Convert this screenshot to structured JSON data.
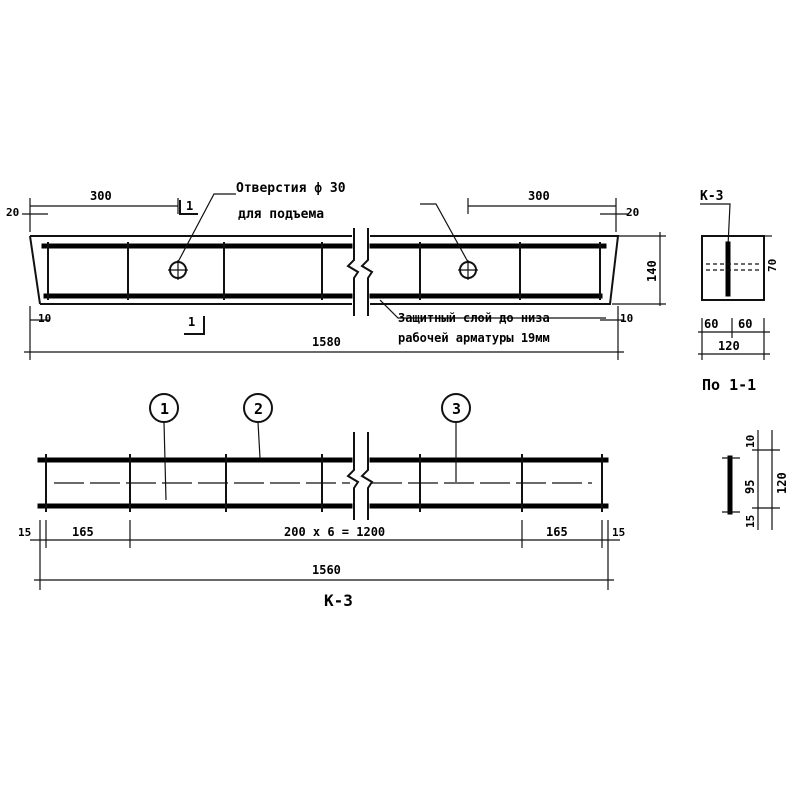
{
  "drawing": {
    "holes_note_line1": "Отверстия ф 30",
    "holes_note_line2": "для подъема",
    "cover_note_line1": "Защитный слой до низа",
    "cover_note_line2": "рабочей арматуры 19мм",
    "elevation": {
      "dim_300_left": "300",
      "dim_300_right": "300",
      "dim_20_left": "20",
      "dim_20_right": "20",
      "dim_10_left": "10",
      "dim_10_right": "10",
      "dim_1580": "1580",
      "dim_140": "140",
      "section_mark_top": "1",
      "section_mark_bottom": "1"
    },
    "section": {
      "mark": "К-3",
      "dim_70": "70",
      "dim_60_left": "60",
      "dim_60_right": "60",
      "dim_120": "120",
      "title": "По 1-1"
    },
    "cage": {
      "pos_1": "1",
      "pos_2": "2",
      "pos_3": "3",
      "dim_15_left": "15",
      "dim_15_right": "15",
      "dim_165_left": "165",
      "dim_165_right": "165",
      "dim_spacing": "200 x 6 = 1200",
      "dim_1560": "1560",
      "title": "К-3"
    },
    "side_detail": {
      "dim_10": "10",
      "dim_95": "95",
      "dim_120": "120",
      "dim_15": "15"
    }
  }
}
